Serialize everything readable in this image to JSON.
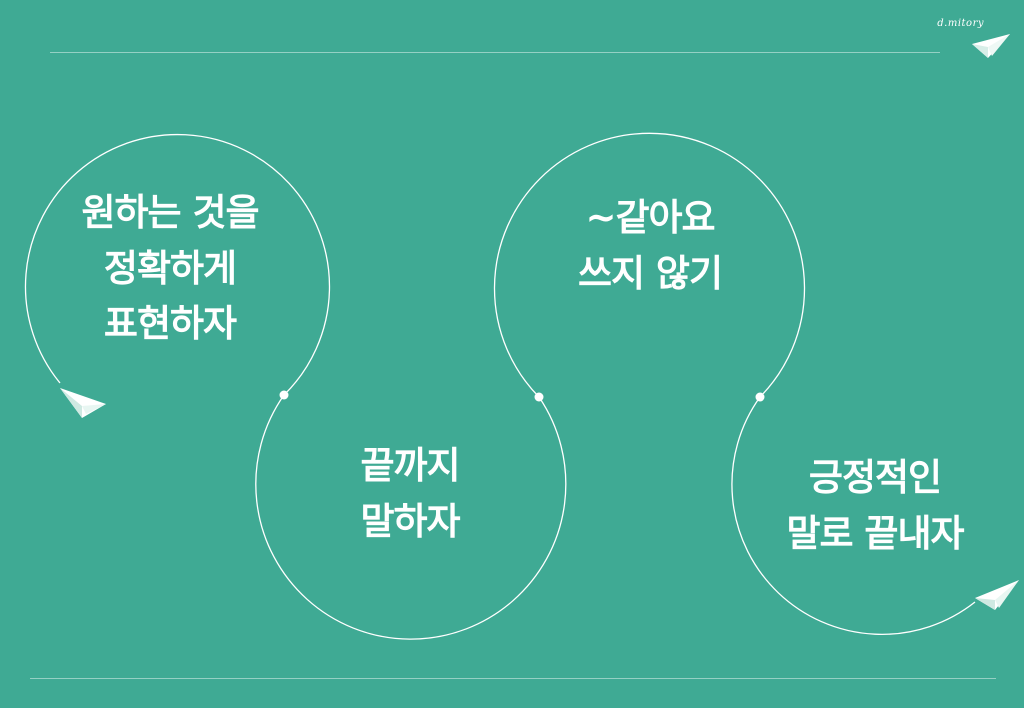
{
  "brand": {
    "logo_text": "d.mitory",
    "icon": "paper-plane-icon"
  },
  "phrases": [
    {
      "lines": [
        "원하는 것을",
        "정확하게",
        "표현하자"
      ]
    },
    {
      "lines": [
        "끝까지",
        "말하자"
      ]
    },
    {
      "lines": [
        "~같아요",
        "쓰지 않기"
      ]
    },
    {
      "lines": [
        "긍정적인",
        "말로 끝내자"
      ]
    }
  ],
  "colors": {
    "background": "#3faa94",
    "line": "#ffffff",
    "text": "#ffffff"
  }
}
